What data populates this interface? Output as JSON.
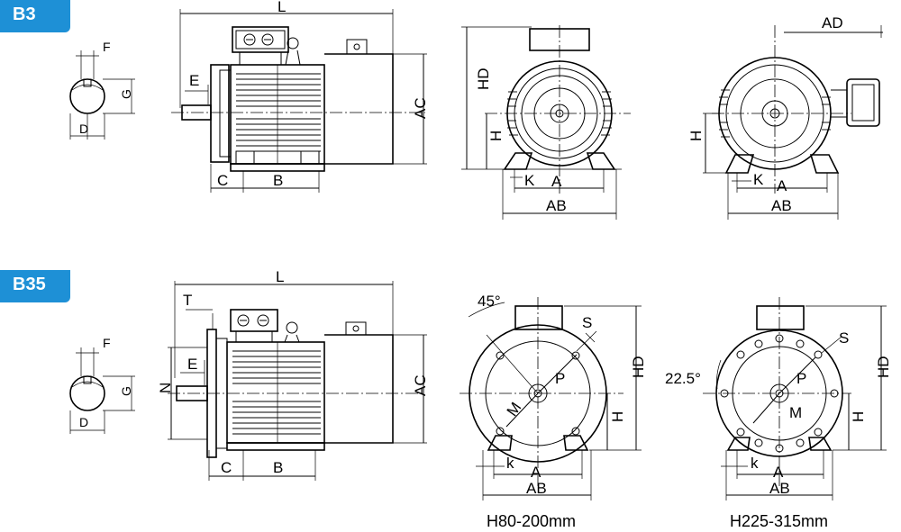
{
  "badges": {
    "b3": "B3",
    "b35": "B35"
  },
  "labels": {
    "L": "L",
    "AC": "AC",
    "E": "E",
    "C": "C",
    "B": "B",
    "F": "F",
    "G": "G",
    "D": "D",
    "HD": "HD",
    "H": "H",
    "A": "A",
    "AB": "AB",
    "K": "K",
    "k": "k",
    "AD": "AD",
    "T": "T",
    "N": "N",
    "P": "P",
    "M": "M",
    "S": "S",
    "angle45": "45°",
    "angle22": "22.5°"
  },
  "captions": {
    "left": "H80-200mm",
    "right": "H225-315mm"
  }
}
